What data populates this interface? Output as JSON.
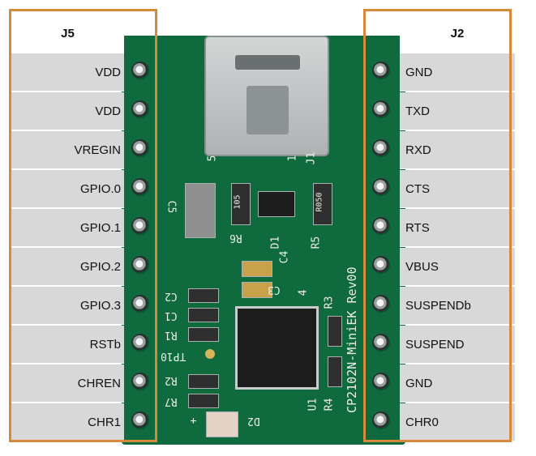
{
  "j5": {
    "title": "J5",
    "pins": [
      "VDD",
      "VDD",
      "VREGIN",
      "GPIO.0",
      "GPIO.1",
      "GPIO.2",
      "GPIO.3",
      "RSTb",
      "CHREN",
      "CHR1"
    ]
  },
  "j2": {
    "title": "J2",
    "pins": [
      "GND",
      "TXD",
      "RXD",
      "CTS",
      "RTS",
      "VBUS",
      "SUSPENDb",
      "SUSPEND",
      "GND",
      "CHR0"
    ]
  },
  "board": {
    "label": "CP2102N-MiniEK Rev00",
    "silk": [
      "C5",
      "R6",
      "D1",
      "R5",
      "J1",
      "C4",
      "C3",
      "C2",
      "C1",
      "R1",
      "TP10",
      "R2",
      "R7",
      "R3",
      "U1",
      "R4",
      "D2",
      "105",
      "R050",
      "5",
      "1",
      "4",
      "+"
    ]
  },
  "colors": {
    "frame": "#d58a3a",
    "pin_cell": "#d8d8d8",
    "pcb": "#0f6a3e"
  }
}
